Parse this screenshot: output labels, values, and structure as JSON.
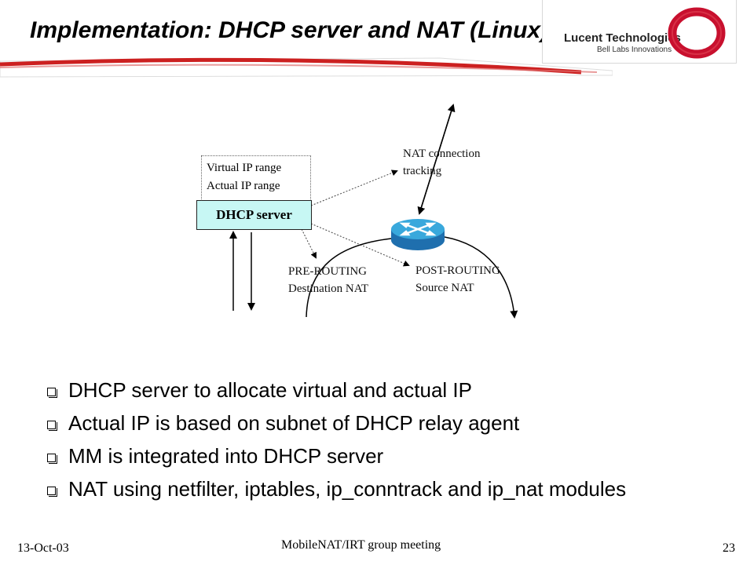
{
  "slide": {
    "title": "Implementation: DHCP server and NAT (Linux)",
    "logo": {
      "line1": "Lucent Technologies",
      "line2": "Bell Labs Innovations"
    }
  },
  "diagram": {
    "info_box": {
      "line1": "Virtual IP range",
      "line2": "Actual IP range"
    },
    "dhcp_server_label": "DHCP server",
    "nat_tracking": {
      "line1": "NAT connection",
      "line2": "tracking"
    },
    "pre_routing": {
      "line1": "PRE-ROUTING",
      "line2": "Destination NAT"
    },
    "post_routing": {
      "line1": "POST-ROUTING",
      "line2": "Source NAT"
    },
    "router_icon": "router-icon"
  },
  "bullets": [
    "DHCP server to allocate virtual and actual IP",
    "Actual IP is based on subnet of DHCP relay agent",
    "MM is integrated into DHCP server",
    "NAT using netfilter, iptables, ip_conntrack and ip_nat modules"
  ],
  "footer": {
    "date": "13-Oct-03",
    "center": "MobileNAT/IRT group meeting",
    "page": "23"
  },
  "colors": {
    "dhcp_box_fill": "#c7f7f4",
    "logo_ring": "#c8102e",
    "router_top": "#39a8dc",
    "router_side": "#1f6fae"
  }
}
